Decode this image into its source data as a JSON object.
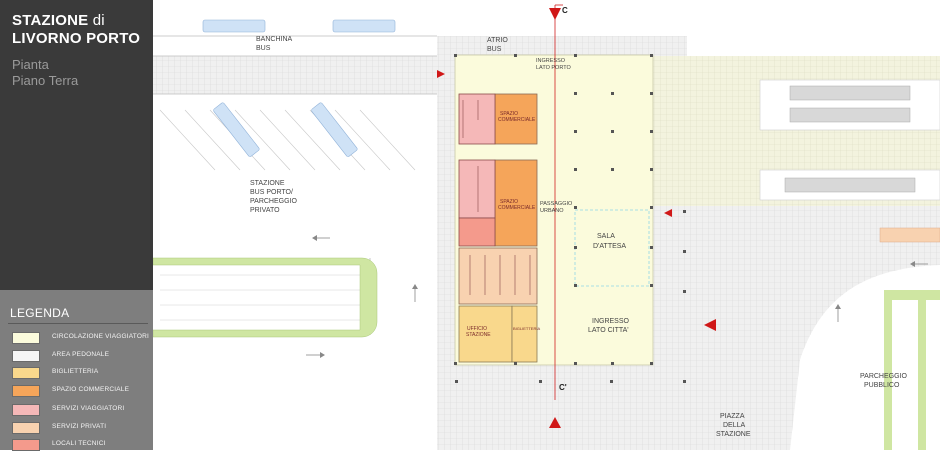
{
  "title": {
    "line1": "STAZIONE",
    "line1_suffix": "di",
    "line2": "LIVORNO PORTO"
  },
  "subtitle": {
    "line1": "Pianta",
    "line2": "Piano Terra"
  },
  "legend": {
    "title": "LEGENDA",
    "items": [
      {
        "label": "CIRCOLAZIONE VIAGGIATORI",
        "color": "#fbfbdc"
      },
      {
        "label": "AREA PEDONALE",
        "color": "#f6f6f6"
      },
      {
        "label": "BIGLIETTERIA",
        "color": "#f9d88c"
      },
      {
        "label": "SPAZIO COMMERCIALE",
        "color": "#f5a55a"
      },
      {
        "label": "SERVIZI VIAGGIATORI",
        "color": "#f5b8b8"
      },
      {
        "label": "SERVIZI PRIVATI",
        "color": "#f8d2b0"
      },
      {
        "label": "LOCALI TECNICI",
        "color": "#f49a8c"
      }
    ]
  },
  "plan": {
    "section_label_top": "C",
    "section_label_bottom": "C'",
    "labels": {
      "banchina": "BANCHINA",
      "bus": "BUS",
      "atrio": "ATRIO",
      "atrio_bus": "BUS",
      "ingresso_porto_1": "INGRESSO",
      "ingresso_porto_2": "LATO PORTO",
      "stazione_bus_1": "STAZIONE",
      "stazione_bus_2": "BUS PORTO/",
      "stazione_bus_3": "PARCHEGGIO",
      "stazione_bus_4": "PRIVATO",
      "passaggio_1": "PASSAGGIO",
      "passaggio_2": "URBANO",
      "sala_1": "SALA",
      "sala_2": "D'ATTESA",
      "ingresso_citta_1": "INGRESSO",
      "ingresso_citta_2": "LATO CITTA'",
      "parcheggio_1": "PARCHEGGIO",
      "parcheggio_2": "PUBBLICO",
      "piazza_1": "PIAZZA",
      "piazza_2": "DELLA",
      "piazza_3": "STAZIONE",
      "spazio_comm_1a": "SPAZIO",
      "spazio_comm_1b": "COMMERCIALE",
      "spazio_comm_2a": "SPAZIO",
      "spazio_comm_2b": "COMMERCIALE",
      "ufficio_1": "UFFICIO",
      "ufficio_2": "STAZIONE",
      "biglietteria": "BIGLIETTERIA"
    }
  }
}
